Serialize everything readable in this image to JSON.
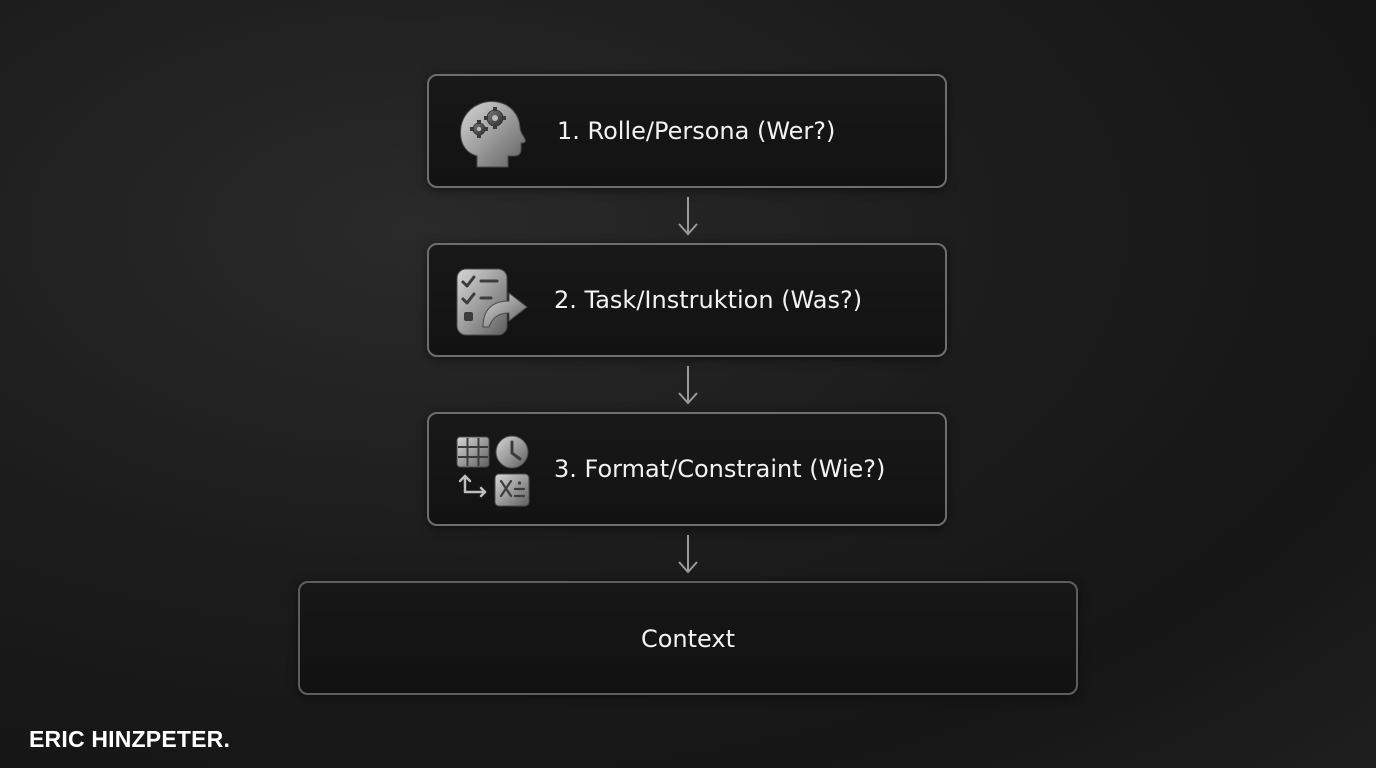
{
  "steps": [
    {
      "label": "1. Rolle/Persona (Wer?)",
      "icon": "head-gears-icon"
    },
    {
      "label": "2. Task/Instruktion (Was?)",
      "icon": "checklist-arrow-icon"
    },
    {
      "label": "3. Format/Constraint (Wie?)",
      "icon": "format-grid-clock-icon"
    }
  ],
  "context": {
    "label": "Context"
  },
  "brand": "ERIC HINZPETER.",
  "colors": {
    "background": "#1c1c1c",
    "box_border": "#6e6e6e",
    "box_fill": "#141414",
    "text": "#f2f2f2",
    "arrow": "#9a9a9a"
  }
}
